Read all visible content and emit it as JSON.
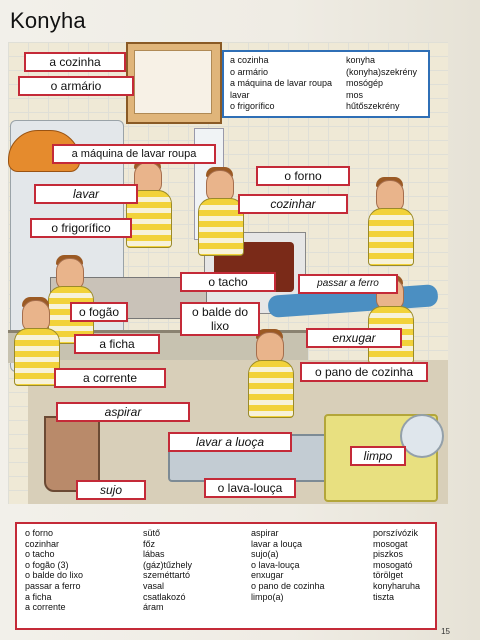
{
  "title": "Konyha",
  "labels": {
    "cozinha": "a cozinha",
    "armario": "o armário",
    "maquina": "a máquina de lavar roupa",
    "lavar": "lavar",
    "frigorifico": "o frigorífico",
    "forno": "o forno",
    "cozinhar": "cozinhar",
    "tacho": "o tacho",
    "passar": "passar a ferro",
    "fogao": "o fogão",
    "balde": "o balde do lixo",
    "ficha": "a ficha",
    "enxugar": "enxugar",
    "pano": "o pano de cozinha",
    "corrente": "a corrente",
    "aspirar": "aspirar",
    "lavar_louca": "lavar a luoça",
    "limpo": "limpo",
    "lava_louca": "o lava-louça",
    "sujo": "sujo"
  },
  "vocab_top": [
    {
      "pt": "a cozinha",
      "hu": "konyha"
    },
    {
      "pt": "o armário",
      "hu": "(konyha)szekrény"
    },
    {
      "pt": "a máquina de lavar roupa",
      "hu": "mosógép"
    },
    {
      "pt": "lavar",
      "hu": "mos"
    },
    {
      "pt": "o frigorífico",
      "hu": "hűtőszekrény"
    }
  ],
  "vocab_bottom": {
    "col1": [
      "o forno",
      "cozinhar",
      "o tacho",
      "o fogão (3)",
      "o balde do lixo",
      "passar a ferro",
      "a ficha",
      "a corrente"
    ],
    "col2": [
      "sütő",
      "főz",
      "lábas",
      "(gáz)tűzhely",
      "szeméttartó",
      "vasal",
      "csatlakozó",
      "áram"
    ],
    "col3": [
      "aspirar",
      "lavar a louça",
      "sujo(a)",
      "o lava-louça",
      "enxugar",
      "o pano de cozinha",
      "limpo(a)"
    ],
    "col4": [
      "porszívózik",
      "mosogat",
      "piszkos",
      "mosogató",
      "törölget",
      "konyharuha",
      "tiszta"
    ]
  },
  "page_number": "15",
  "colors": {
    "label_border": "#c42a38",
    "vocab_top_border": "#2f6fb6"
  }
}
